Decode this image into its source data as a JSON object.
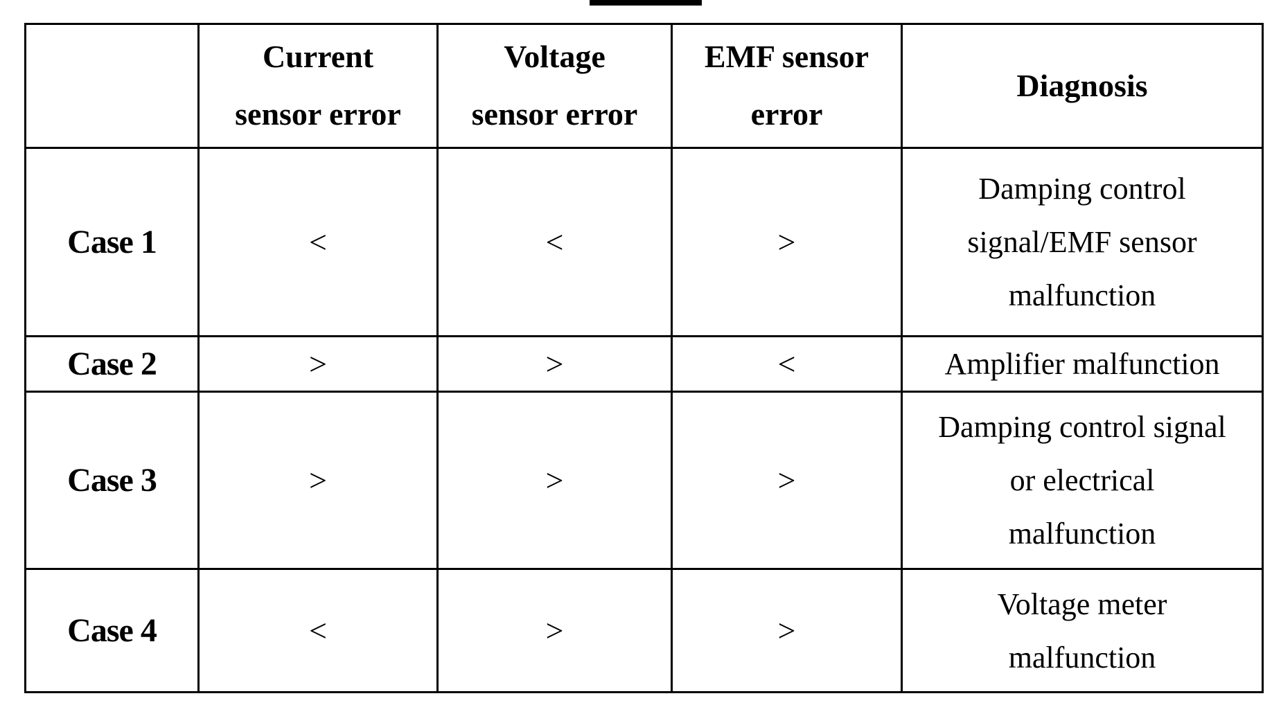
{
  "colors": {
    "ink": "#000000",
    "paper": "#ffffff"
  },
  "table": {
    "header": [
      {
        "lines": [
          "Current",
          "sensor error"
        ]
      },
      {
        "lines": [
          "Voltage",
          "sensor error"
        ]
      },
      {
        "lines": [
          "EMF sensor",
          "error"
        ]
      },
      {
        "lines": [
          "Diagnosis"
        ]
      }
    ],
    "rows": [
      {
        "label": "Case 1",
        "current": "<",
        "voltage": "<",
        "emf": ">",
        "diagnosis": [
          "Damping control",
          "signal/EMF sensor",
          "malfunction"
        ]
      },
      {
        "label": "Case 2",
        "current": ">",
        "voltage": ">",
        "emf": "<",
        "diagnosis": [
          "Amplifier malfunction"
        ]
      },
      {
        "label": "Case 3",
        "current": ">",
        "voltage": ">",
        "emf": ">",
        "diagnosis": [
          "Damping control signal",
          "or electrical",
          "malfunction"
        ]
      },
      {
        "label": "Case 4",
        "current": "<",
        "voltage": ">",
        "emf": ">",
        "diagnosis": [
          "Voltage meter",
          "malfunction"
        ]
      }
    ]
  }
}
